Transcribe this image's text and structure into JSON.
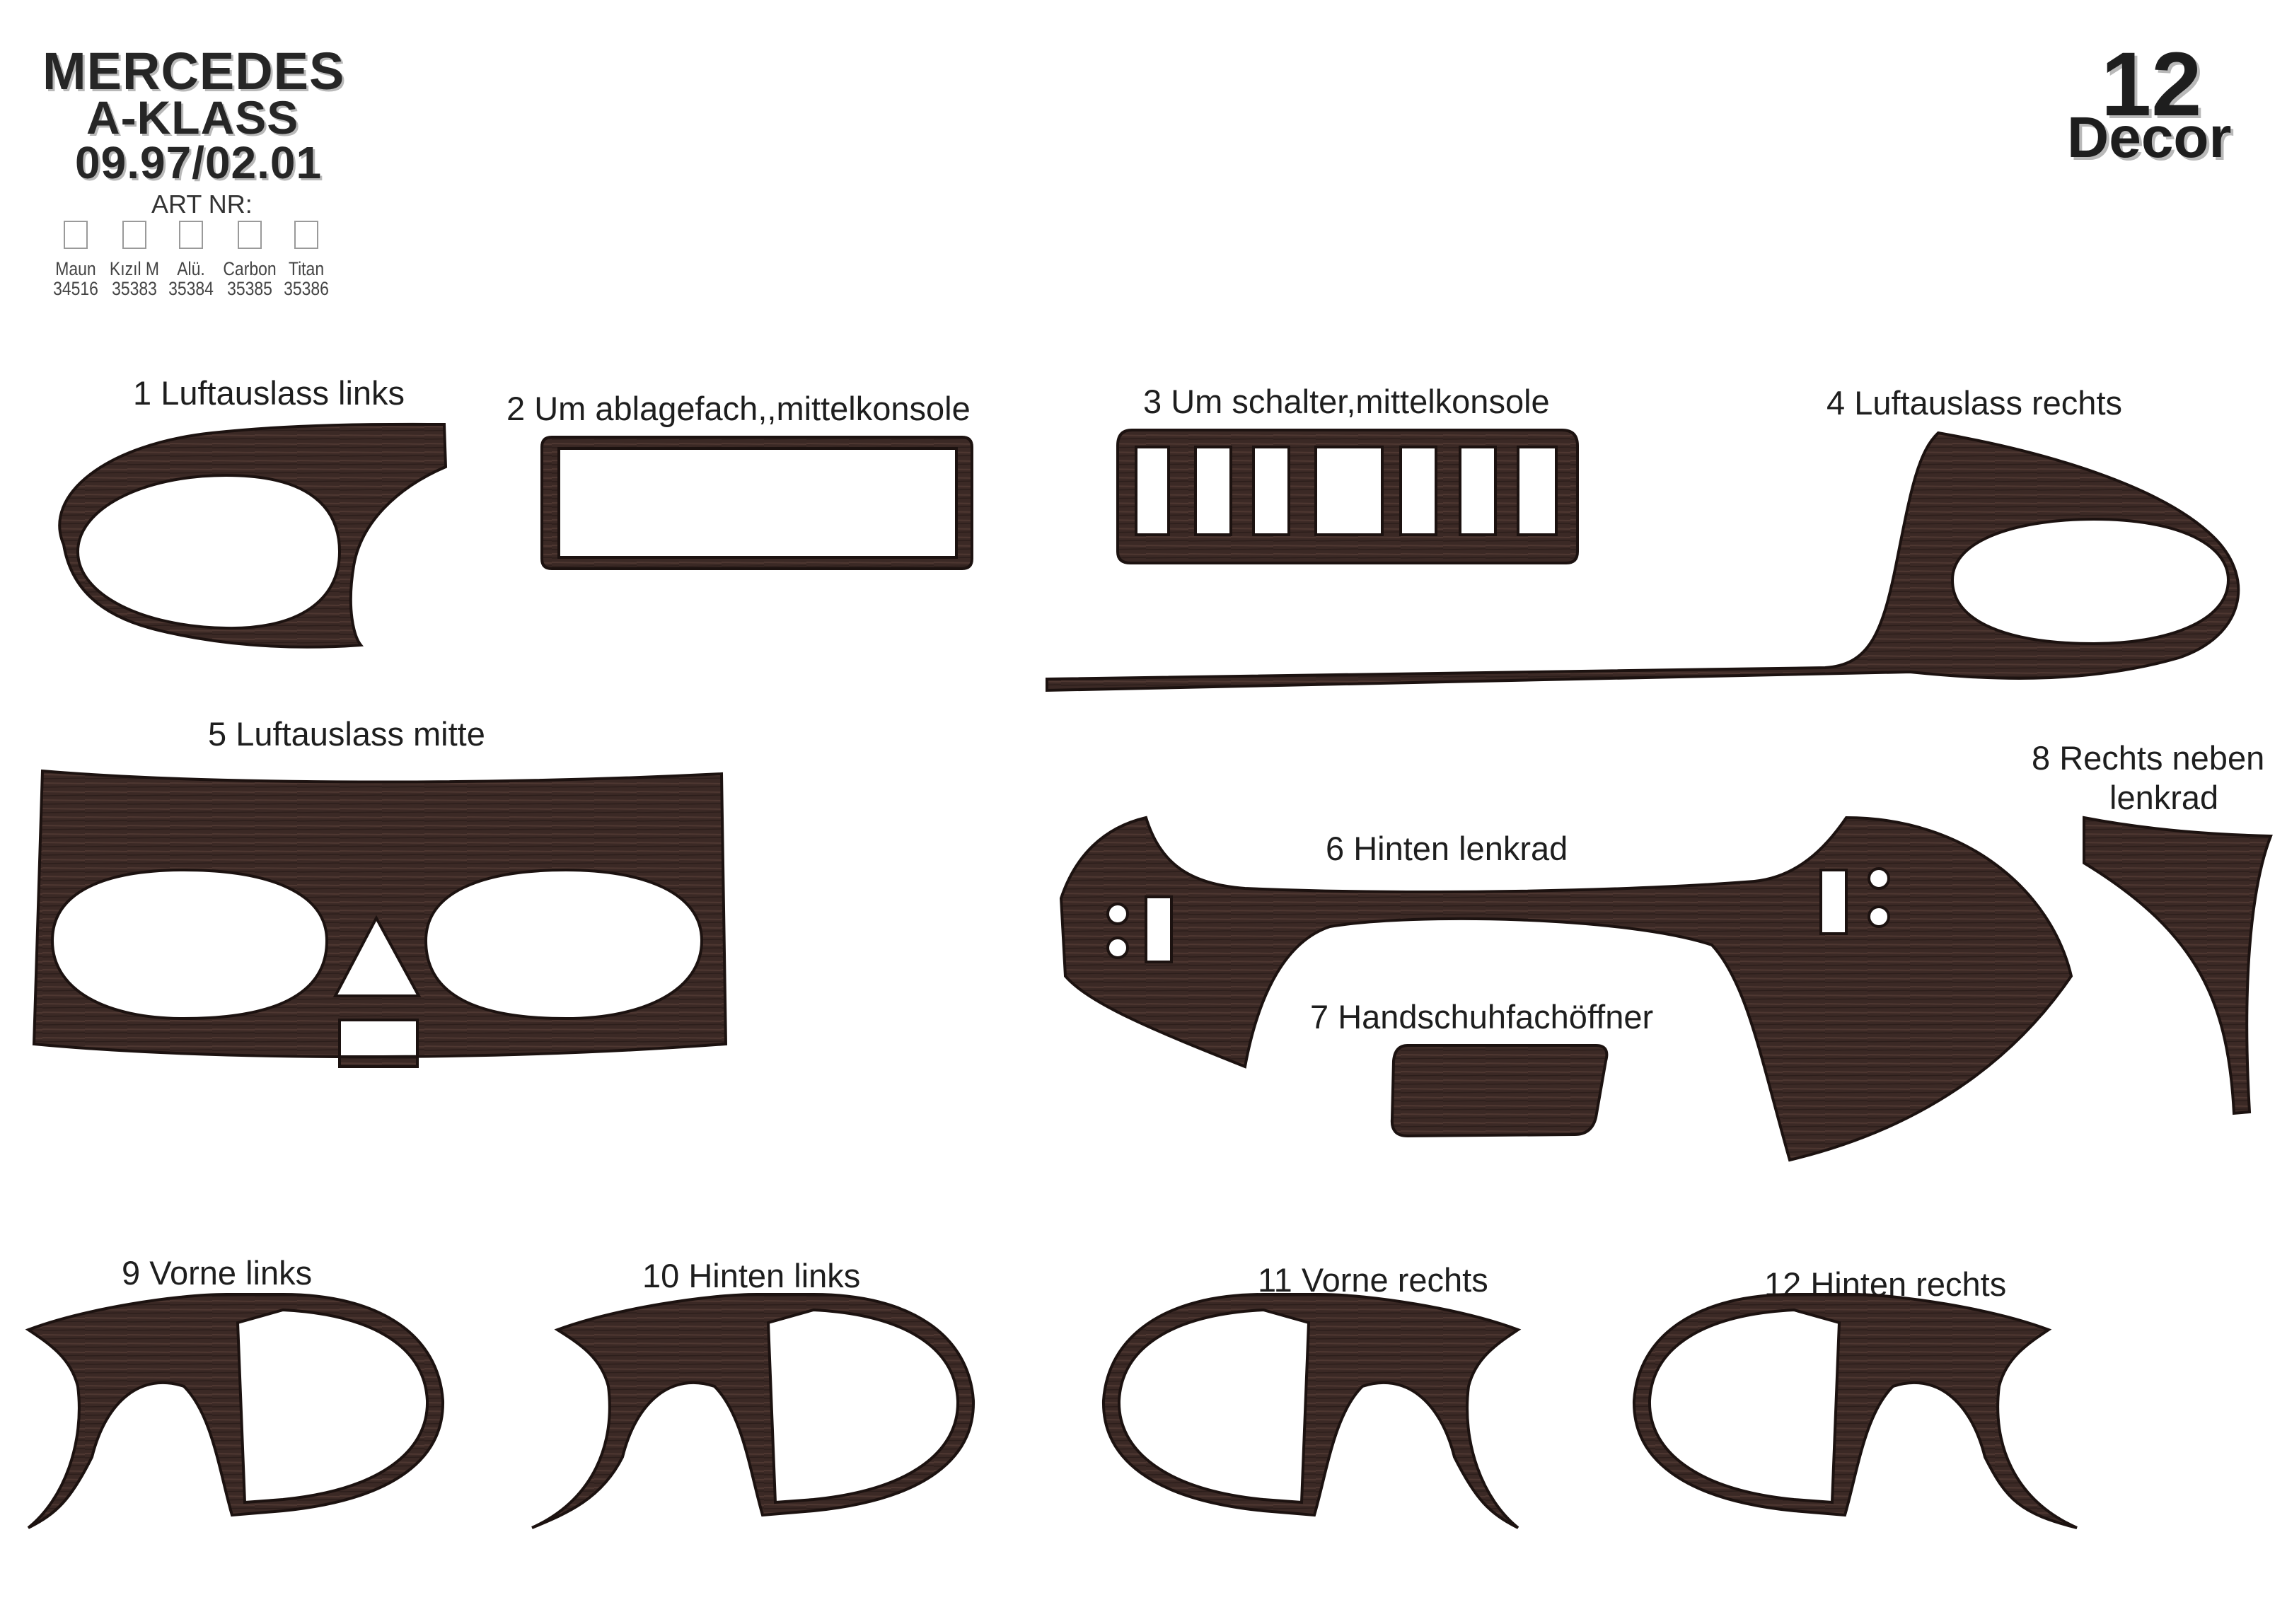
{
  "header": {
    "brand": "MERCEDES",
    "model": "A-KLASS",
    "years": "09.97/02.01",
    "art_nr_label": "ART NR:",
    "options": [
      {
        "name": "Maun",
        "code": "34516"
      },
      {
        "name": "Kızıl M",
        "code": "35383"
      },
      {
        "name": "Alü.",
        "code": "35384"
      },
      {
        "name": "Carbon",
        "code": "35385"
      },
      {
        "name": "Titan",
        "code": "35386"
      }
    ]
  },
  "decor": {
    "count": "12",
    "label": "Decor"
  },
  "parts": [
    {
      "label": "1 Luftauslass links"
    },
    {
      "label": "2  Um ablagefach,,mittelkonsole"
    },
    {
      "label": "3 Um schalter,mittelkonsole"
    },
    {
      "label": "4  Luftauslass rechts"
    },
    {
      "label": "5  Luftauslass mitte"
    },
    {
      "label": "6  Hinten lenkrad"
    },
    {
      "label": "7  Handschuhfachöffner"
    },
    {
      "label_line1": "8  Rechts neben",
      "label_line2": "lenkrad"
    },
    {
      "label": "9  Vorne links"
    },
    {
      "label": "10  Hinten links"
    },
    {
      "label": "11 Vorne rechts"
    },
    {
      "label": "12  Hinten rechts"
    }
  ],
  "colors": {
    "wood": "#3b2925",
    "wood_dark": "#2a1c19",
    "wood_light": "#5a403a",
    "highlight": "#c9c2bf"
  }
}
